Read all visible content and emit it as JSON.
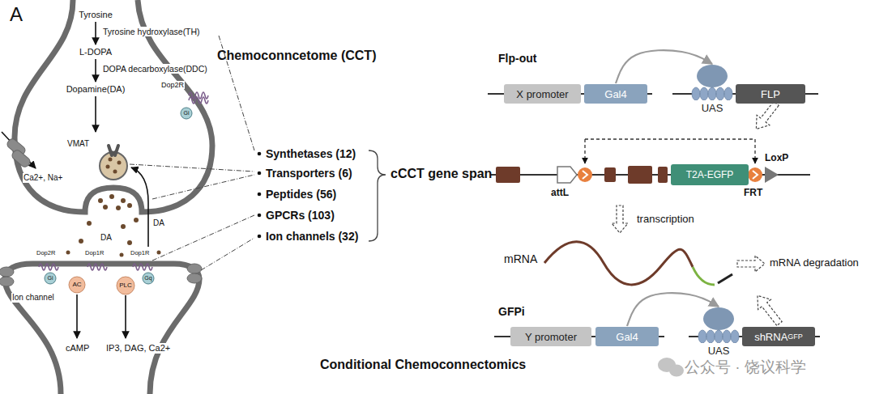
{
  "diagram": {
    "nodes": [
      {
        "text": [
          "X promoter"
        ]
      },
      {
        "text": [
          "Gal4"
        ]
      },
      {
        "text": [
          "UAS"
        ]
      },
      {
        "text": [
          "FLP"
        ]
      },
      {
        "text": [
          "T2A-EGFP"
        ]
      },
      {
        "text": [
          "Y promoter"
        ]
      },
      {
        "text": [
          "Gal4"
        ]
      },
      {
        "text": [
          "UAS"
        ]
      },
      {
        "text": [
          "shRNA",
          "GFP"
        ]
      }
    ],
    "edges": [
      {
        "from": 1,
        "to": 2,
        "arrow": "to"
      },
      {
        "from": 6,
        "to": 7,
        "arrow": "to"
      }
    ],
    "labels": [
      "A",
      "Tyrosine",
      "Tyrosine hydroxylase(TH)",
      "L-DOPA",
      "DOPA decarboxylase(DDC)",
      "Dopamine(DA)",
      "VMAT",
      "Dop2R",
      "Gi",
      "Ca2+, Na+",
      "DA",
      "DA",
      "Dop2R",
      "Dop1R",
      "Dop1R",
      "Gi",
      "AC",
      "PLC",
      "Gq",
      "Ion channel",
      "cAMP",
      "IP3, DAG, Ca2+",
      "Chemoconncetome (CCT)",
      "Synthetases (12)",
      "Transporters (6)",
      "Peptides (56)",
      "GPCRs (103)",
      "Ion channels (32)",
      "cCCT gene span",
      "Flp-out",
      "attL",
      "FRT",
      "LoxP",
      "transcription",
      "mRNA",
      "mRNA degradation",
      "GFPi",
      "Conditional Chemoconnectomics",
      "公众号 · 饶议科学"
    ]
  }
}
